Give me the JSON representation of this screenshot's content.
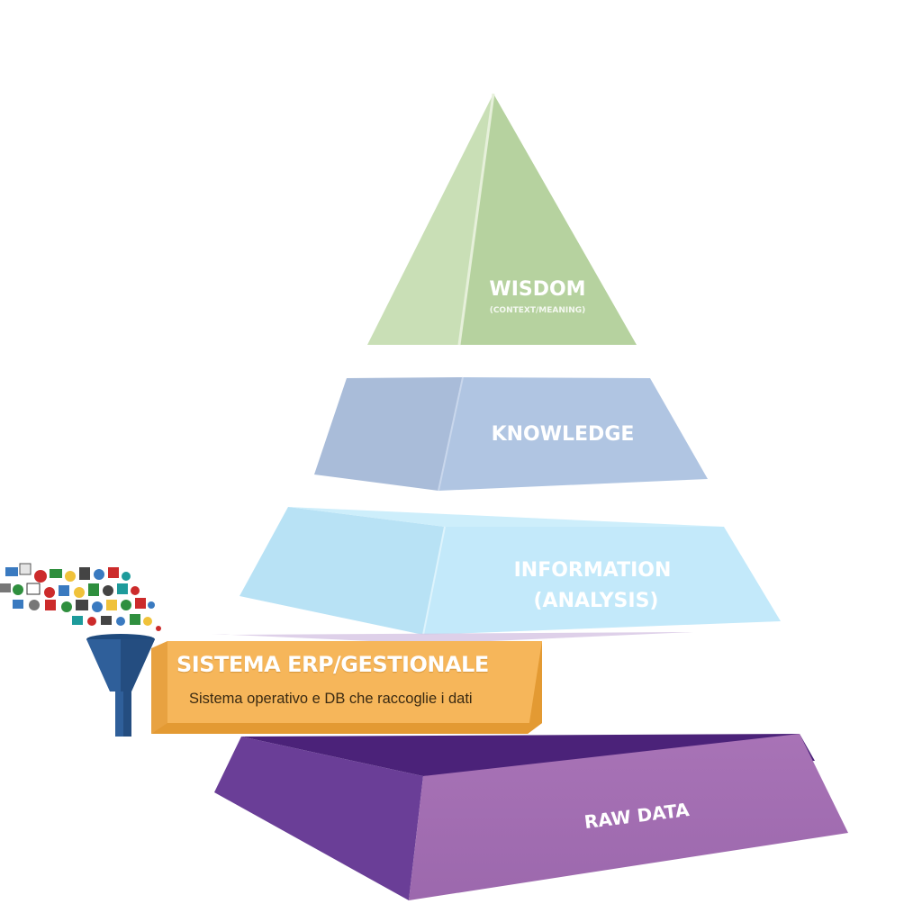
{
  "pyramid": {
    "tiers": [
      {
        "id": "wisdom",
        "label": "WISDOM",
        "sublabel": "(CONTEXT/MEANING)",
        "color_front": "#c6ddb3",
        "color_side": "#b3cf9c",
        "color_top": "#d8e8c8"
      },
      {
        "id": "knowledge",
        "label": "KNOWLEDGE",
        "sublabel": "",
        "color_front": "#abc0df",
        "color_side": "#a6b9d7",
        "color_top": "#c2d2e9"
      },
      {
        "id": "information",
        "label": "INFORMATION",
        "sublabel": "(ANALYSIS)",
        "color_front": "#bce6f8",
        "color_side": "#a5d9f1",
        "color_top": "#cdeefb"
      },
      {
        "id": "raw-data",
        "label": "RAW DATA",
        "sublabel": "",
        "color_front": "#a470b2",
        "color_side": "#6b3e98",
        "color_top": "#4f2580"
      }
    ]
  },
  "banner": {
    "title": "SISTEMA ERP/GESTIONALE",
    "subtitle": "Sistema operativo e DB che raccoglie i dati",
    "color_main": "#f6b65a",
    "color_shadow": "#e39a33"
  },
  "funnel": {
    "icon": "funnel-icon",
    "color": "#2f5f9a",
    "data_icons": "data-icons-cluster"
  }
}
